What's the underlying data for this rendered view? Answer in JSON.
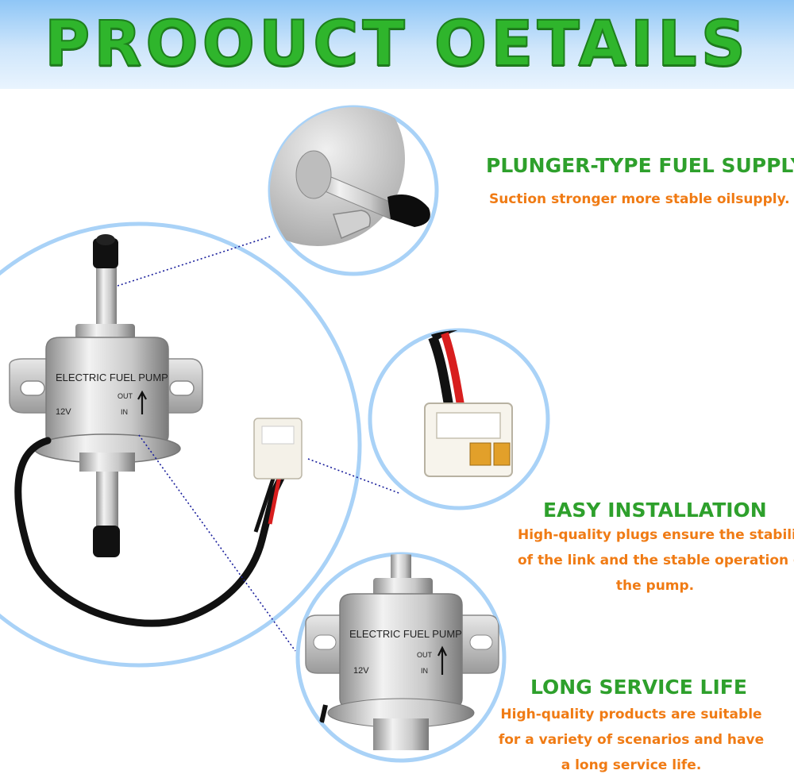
{
  "banner": {
    "title": "PROOUCT OETAILS"
  },
  "pump_label": {
    "brand": "ELECTRIC FUEL PUMP",
    "voltage": "12V",
    "out": "OUT",
    "in": "IN"
  },
  "features": [
    {
      "title": "PLUNGER-TYPE FUEL SUPPLY",
      "lines": [
        "Suction stronger more stable oilsupply."
      ]
    },
    {
      "title": "EASY INSTALLATION",
      "lines": [
        "High-quality plugs ensure the stability",
        "of the link and the stable operation of",
        "the pump."
      ]
    },
    {
      "title": "LONG SERVICE LIFE",
      "lines": [
        "High-quality products are suitable",
        "for a variety of scenarios and have",
        "a long service life."
      ]
    }
  ],
  "colors": {
    "circle": "#a9d2f7",
    "title": "#2ea02c",
    "desc": "#f07b14",
    "banner": "#8fc6f6"
  }
}
